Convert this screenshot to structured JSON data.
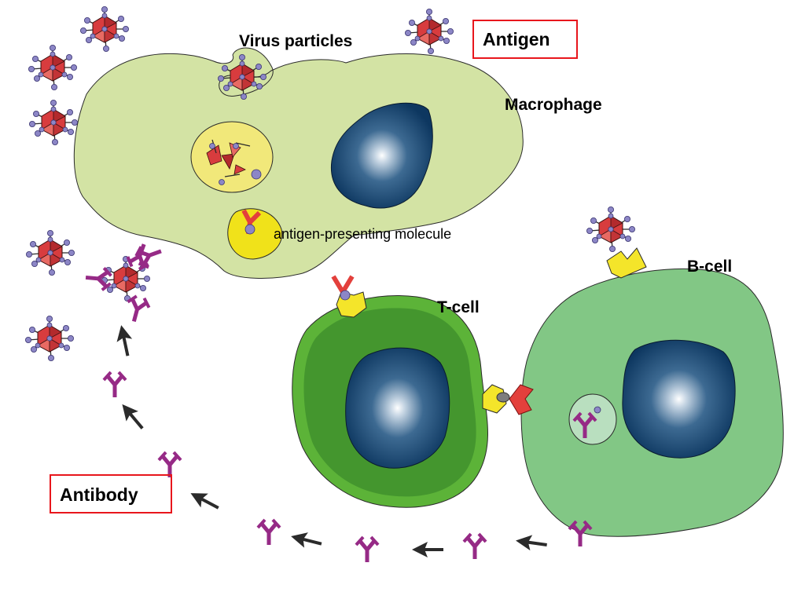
{
  "labels": {
    "virus_particles": "Virus particles",
    "antigen": "Antigen",
    "macrophage": "Macrophage",
    "antigen_presenting_molecule": "antigen-presenting molecule",
    "b_cell": "B-cell",
    "t_cell": "T-cell",
    "antibody": "Antibody"
  },
  "colors": {
    "macrophage": "#d3e3a4",
    "t_cell_outer": "#5cb338",
    "t_cell_inner": "#3e8f2b",
    "b_cell": "#82c785",
    "nucleus": "#0e3a62",
    "vacuole": "#f1e87a",
    "receptor_yellow": "#f4e52a",
    "antigen_red": "#e3403c",
    "antibody_purple": "#962a86",
    "virus_red": "#d83c3e",
    "virus_knob": "#8c86c6",
    "box_border": "#e8161c",
    "arrow": "#2b2b2b"
  },
  "icons": [
    "virus-particle-icon",
    "antibody-icon",
    "arrow-icon"
  ]
}
